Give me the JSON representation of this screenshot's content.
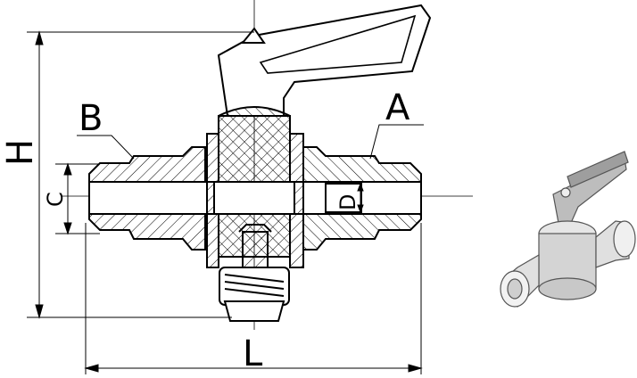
{
  "labels": {
    "A": "A",
    "B": "B",
    "C": "C",
    "D": "D",
    "H": "H",
    "L": "L"
  },
  "icons": {
    "isometric_view": "valve-3d-icon"
  }
}
